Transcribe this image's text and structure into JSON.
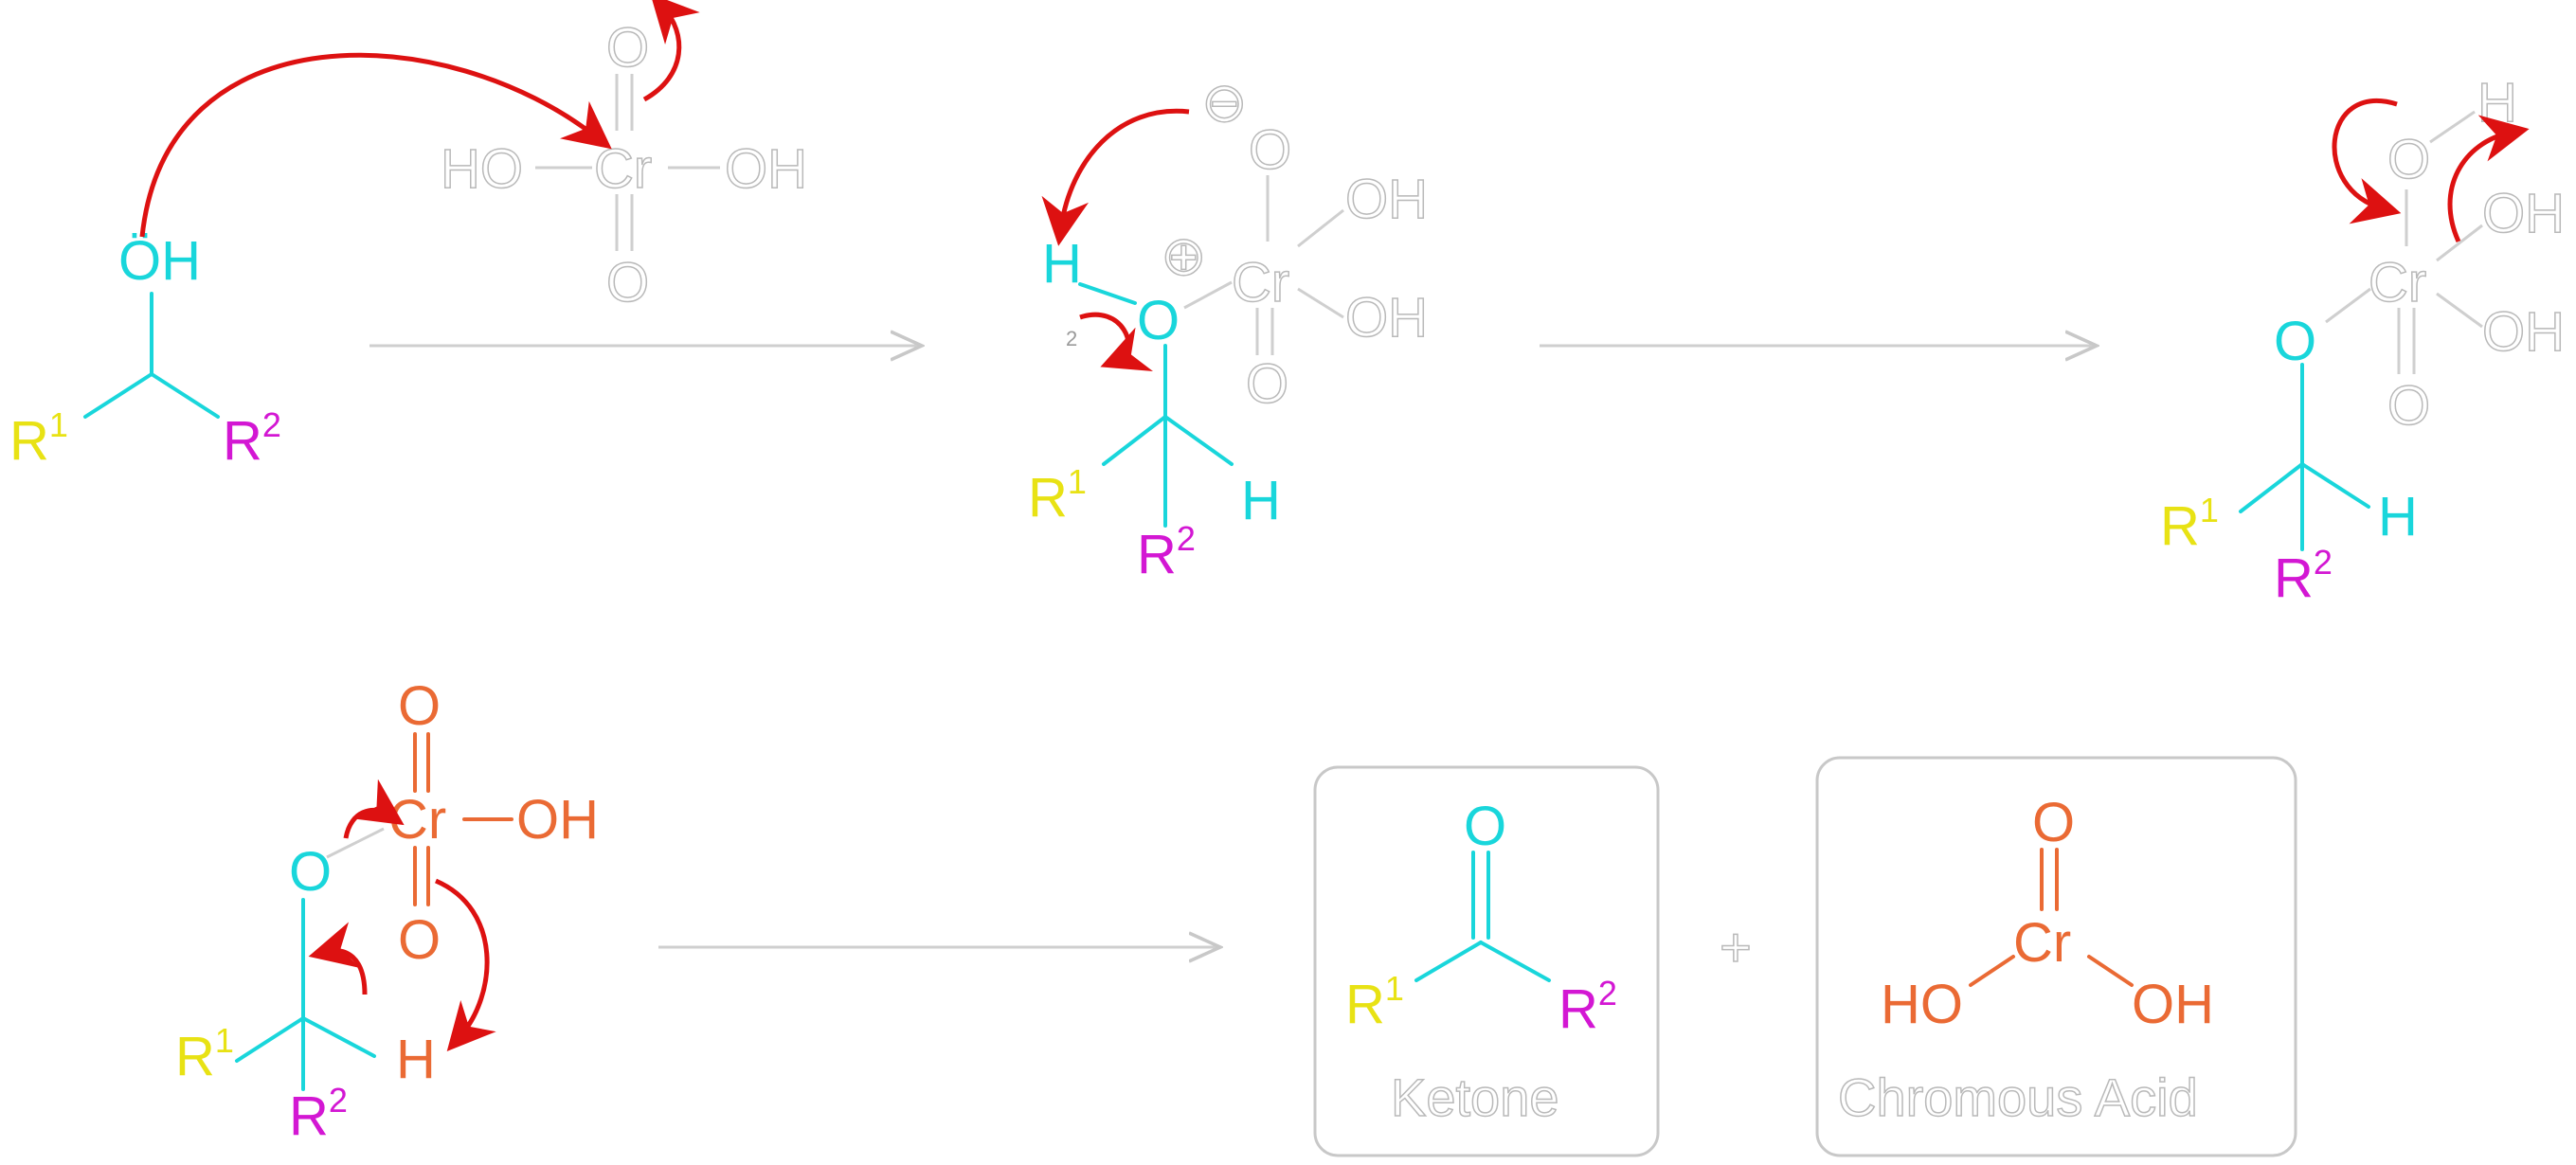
{
  "colors": {
    "oxygen_cyan": "#19d6db",
    "r1_yellow": "#e8e214",
    "r2_magenta": "#d317d3",
    "chromium_orange": "#ea6a34",
    "reagent_ghost": "#ffffff",
    "ghost_outline": "#b9b9b9",
    "mech_arrow": "#dd1111",
    "reaction_arrow": "#c8c8c8"
  },
  "labels": {
    "oh": "ÖH",
    "o": "O",
    "h": "H",
    "cr": "Cr",
    "ho": "HO",
    "oh2": "OH",
    "r": "R",
    "sup1": "1",
    "sup2": "2",
    "minus": "⊖",
    "plus": "⊕",
    "plus_sign": "+",
    "small2": "2"
  },
  "products": {
    "ketone_caption": "Ketone",
    "acid_caption": "Chromous Acid"
  }
}
